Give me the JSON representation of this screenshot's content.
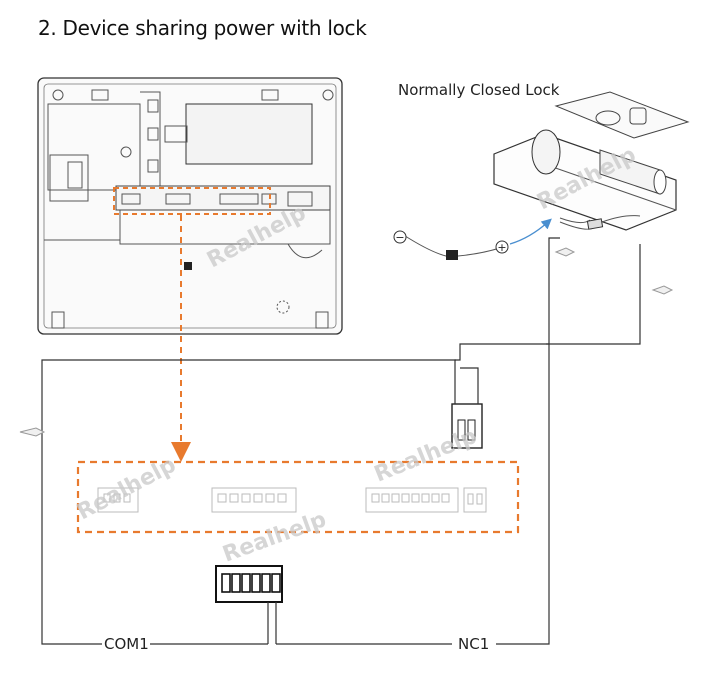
{
  "title": "2. Device sharing power with lock",
  "labels": {
    "lock": "Normally Closed Lock",
    "com1": "COM1",
    "nc1": "NC1",
    "minus": "−",
    "plus": "+"
  },
  "watermark": "Realhelp",
  "colors": {
    "highlight": "#e87a2e",
    "wire": "#333333",
    "arrow": "#4a8fd0"
  }
}
